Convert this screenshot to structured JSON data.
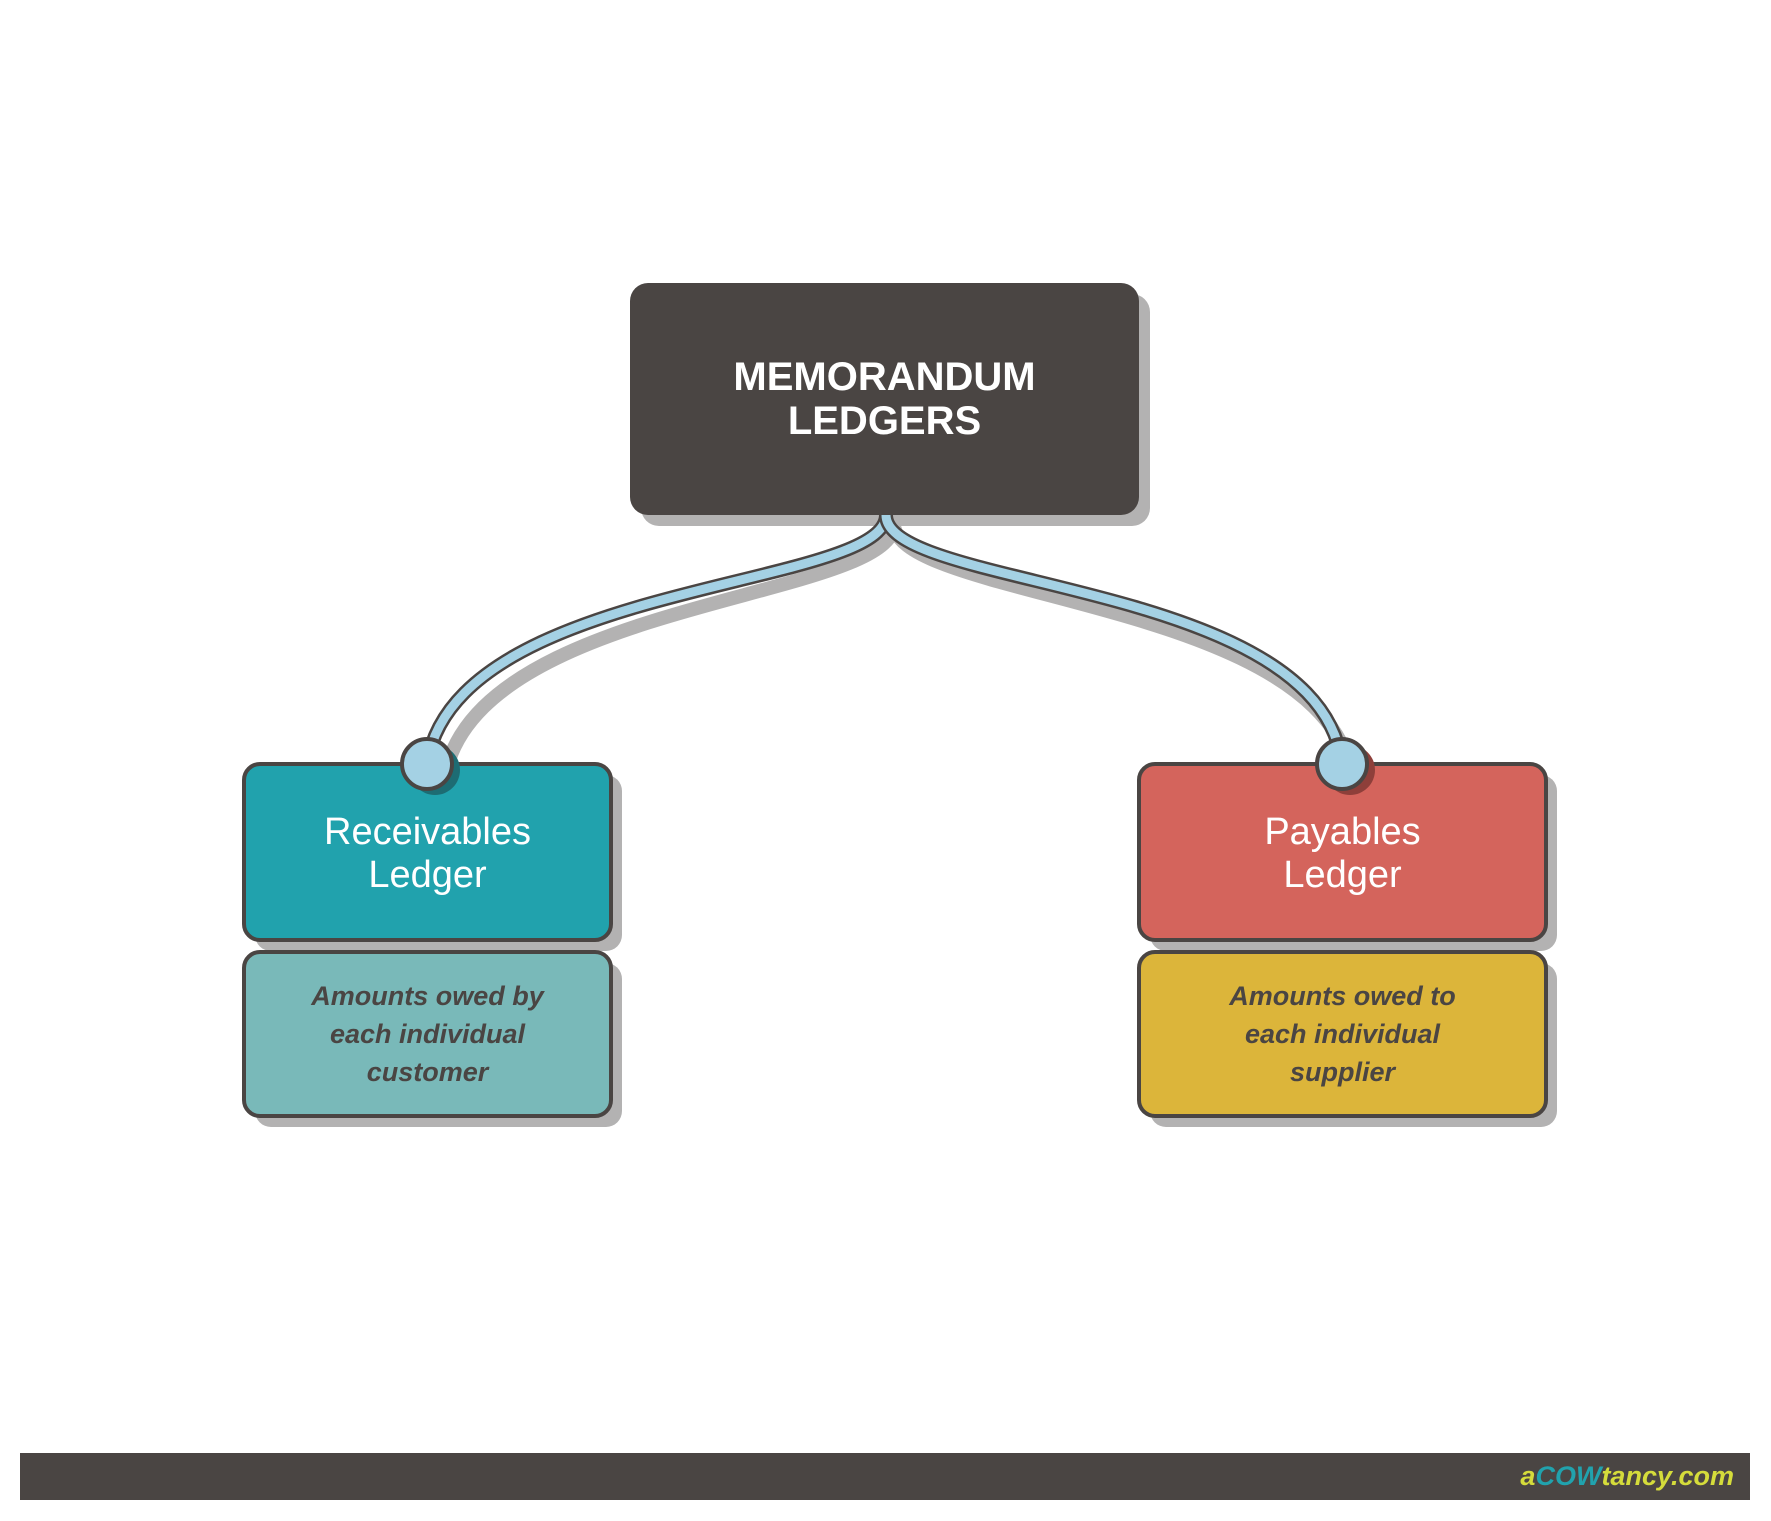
{
  "root": {
    "title_line1": "MEMORANDUM",
    "title_line2": "LEDGERS",
    "color": "#4a4543"
  },
  "children": [
    {
      "label_line1": "Receivables",
      "label_line2": "Ledger",
      "color": "#21a2ad",
      "desc_lines": [
        "Amounts owed by",
        "each individual",
        "customer"
      ],
      "desc_color": "#79b9b9"
    },
    {
      "label_line1": "Payables",
      "label_line2": "Ledger",
      "color": "#d4645c",
      "desc_lines": [
        "Amounts owed to",
        "each individual",
        "supplier"
      ],
      "desc_color": "#dcb53a"
    }
  ],
  "connector_color": "#a4d1e4",
  "footer": {
    "logo_a": "a",
    "logo_cow": "COW",
    "logo_rest": "tancy.com"
  }
}
